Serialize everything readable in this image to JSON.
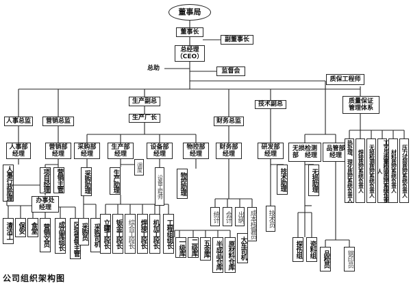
{
  "caption": "公司组织架构图",
  "board": "董事局",
  "chairman": "董事长",
  "vice_chairman": "副董事长",
  "ceo": "总经理\n（CEO）",
  "assistant": "总助",
  "supervisory": "监督会",
  "qa_engineer": "质保工程师",
  "qa_system": "质量保证\n管理体系",
  "qa_roles": [
    "热处理、理化质控系统负责人",
    "焊接质控系统负责人",
    "无损检测质控系统负责人",
    "工艺与质量检验质控系统负责人",
    "材料质控系统负责人",
    "压力试验质控系统负责人"
  ],
  "directors": {
    "hr": "人事总监",
    "marketing": "营销总监",
    "production": "生产副总",
    "finance": "财务总监",
    "tech": "技术副总"
  },
  "production_factory": "生产厂长",
  "managers": {
    "hr": "人事部\n经理",
    "marketing": "营销部\n经理",
    "purchase": "采购部\n经理",
    "production": "生产部\n经理",
    "equipment": "设备部\n经理",
    "material": "物控部\n经理",
    "finance": "财务部\n经理",
    "rd": "研发部\n经理",
    "ndt": "无损检测\n部　经理",
    "quality": "品管部\n经理"
  },
  "staff": {
    "hr_admin": "人事行政助理",
    "office": "办事处\n经理",
    "cleaner": "清洁工",
    "security": "保安",
    "canteen": "食堂",
    "project_mgr": "项目经理",
    "sales_mgr": "营销主管",
    "sales_clerk": "营销文员",
    "warehouse_lead": "成品库组长",
    "region_sales": "区域营销主管",
    "purchase_asst": "采购助理",
    "purchaser": "采购员",
    "purchase_driver": "采购司机",
    "prod_asst": "生产助理",
    "dispatch": "调度",
    "equip_engineer": "设备工程师",
    "material_asst": "物控助理",
    "tech_asst": "技术助理",
    "tech_staff": "技术员",
    "ndt_asst": "无损助理",
    "inspector_team": "探伤组",
    "material_team": "资料组",
    "qc_inspector": "品检员",
    "stamper": "钢印员",
    "statistics": "统计",
    "accountant": "会计",
    "cashier": "出纳",
    "cost_clerk": "成本核算员"
  },
  "sections": [
    "立罐工段长",
    "钣金工段长",
    "综合工段长",
    "焊接工段长",
    "机加工段长",
    "工程组组长"
  ],
  "warehouses": [
    "一级库",
    "二级库",
    "五金库",
    "半成品仓库",
    "原材料仓库",
    "大车司机"
  ]
}
